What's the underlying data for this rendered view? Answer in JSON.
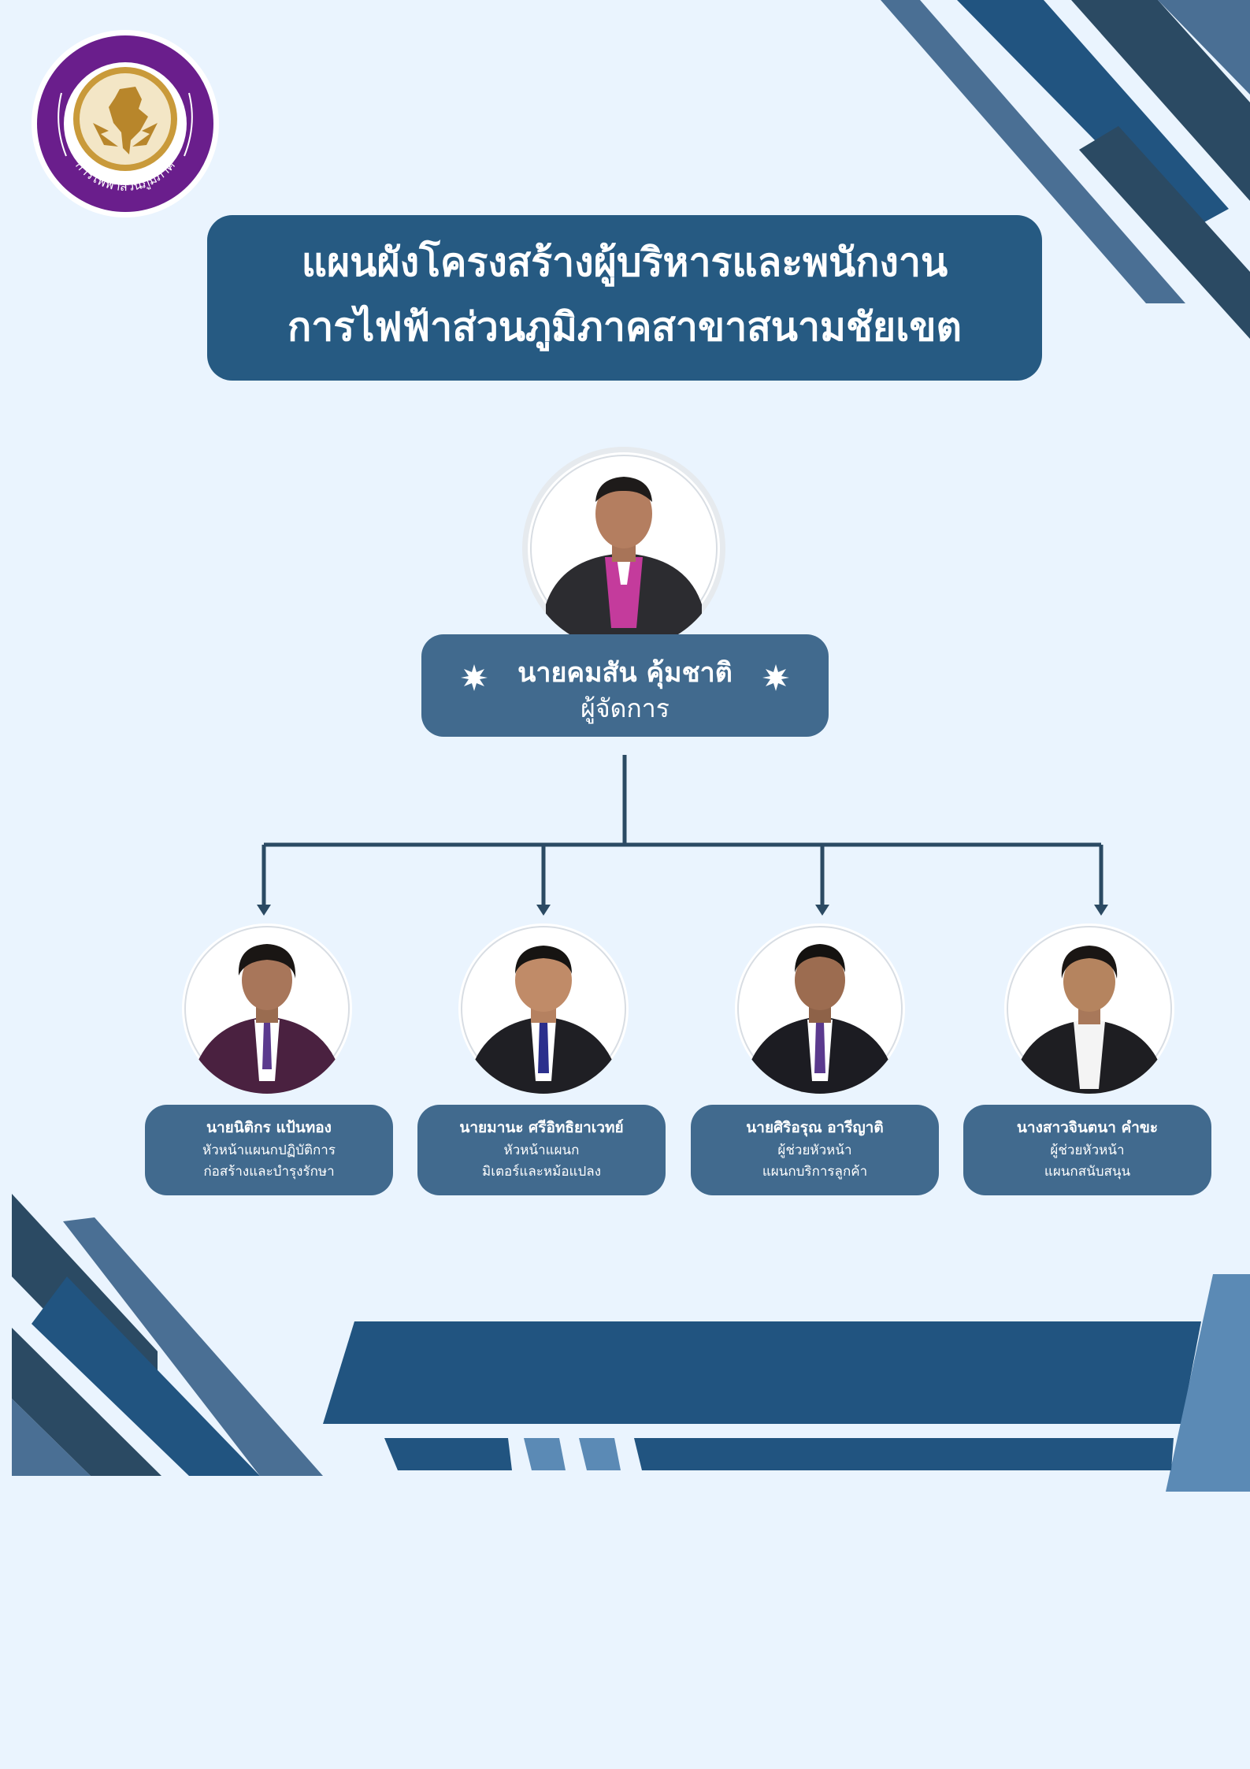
{
  "org": {
    "logo_text": "การไฟฟ้าส่วนภูมิภาค",
    "title_line1": "แผนผังโครงสร้างผู้บริหารและพนักงาน",
    "title_line2": "การไฟฟ้าส่วนภูมิภาคสาขาสนามชัยเขต"
  },
  "manager": {
    "name": "นายคมสัน คุ้มชาติ",
    "role": "ผู้จัดการ"
  },
  "staff": [
    {
      "name": "นายนิติกร แป้นทอง",
      "role_line1": "หัวหน้าแผนกปฏิบัติการ",
      "role_line2": "ก่อสร้างและบำรุงรักษา"
    },
    {
      "name": "นายมานะ ศรีอิทธิยาเวทย์",
      "role_line1": "หัวหน้าแผนก",
      "role_line2": "มิเตอร์และหม้อแปลง"
    },
    {
      "name": "นายศิริอรุณ อารีญาติ",
      "role_line1": "ผู้ช่วยหัวหน้า",
      "role_line2": "แผนกบริการลูกค้า"
    },
    {
      "name": "นางสาวจินตนา คำขะ",
      "role_line1": "ผู้ช่วยหัวหน้า",
      "role_line2": "แผนกสนับสนุน"
    }
  ],
  "colors": {
    "background": "#eaf4fe",
    "title_box": "#265a82",
    "card": "#416a8e",
    "connector": "#2b4a63",
    "logo_purple": "#6a1e8c",
    "logo_gold": "#b8862b"
  }
}
